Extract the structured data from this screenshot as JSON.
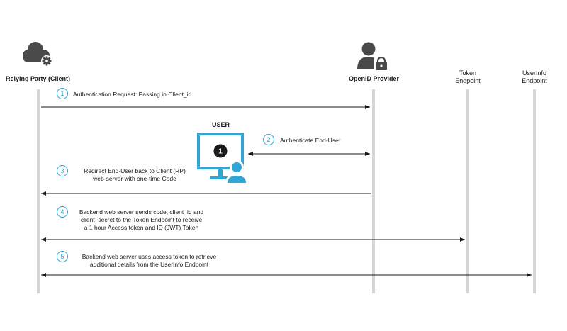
{
  "participants": {
    "relying_party": "Relying Party (Client)",
    "openid_provider": "OpenID Provider",
    "token_endpoint": [
      "Token",
      "Endpoint"
    ],
    "userinfo_endpoint": [
      "UserInfo",
      "Endpoint"
    ],
    "user": "USER"
  },
  "user_screen_number": "1",
  "steps": [
    {
      "number": "1",
      "lines": [
        "Authentication Request: Passing in Client_id"
      ]
    },
    {
      "number": "2",
      "lines": [
        "Authenticate End-User"
      ]
    },
    {
      "number": "3",
      "lines": [
        "Redirect End-User back to Client (RP)",
        "web-server with one-time Code"
      ]
    },
    {
      "number": "4",
      "lines": [
        "Backend web server sends code, client_id and",
        "client_secret to the Token Endpoint to receive",
        "a 1 hour Access token and ID (JWT) Token"
      ]
    },
    {
      "number": "5",
      "lines": [
        "Backend web server uses access token to retrieve",
        "additional details from the UserInfo Endpoint"
      ]
    }
  ],
  "colors": {
    "accent": "#2fa6d6",
    "icon_dark": "#4a4a4a",
    "lifeline": "#d6d6d6"
  }
}
